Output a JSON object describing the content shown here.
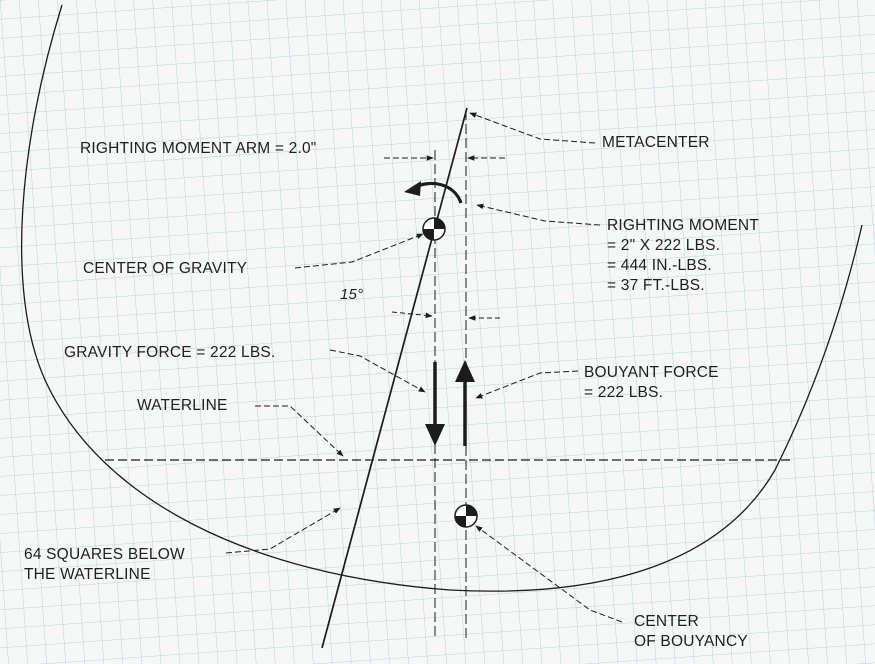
{
  "labels": {
    "righting_moment_arm": "RIGHTING MOMENT ARM = 2.0\"",
    "metacenter": "METACENTER",
    "righting_moment": [
      "RIGHTING MOMENT",
      "= 2\" X 222 LBS.",
      "= 444 IN.-LBS.",
      "= 37 FT.-LBS."
    ],
    "center_of_gravity": "CENTER OF GRAVITY",
    "angle": "15°",
    "gravity_force": "GRAVITY FORCE = 222 LBS.",
    "bouyant_force": [
      "BOUYANT FORCE",
      "= 222 LBS."
    ],
    "waterline": "WATERLINE",
    "squares_below": [
      "64 SQUARES BELOW",
      "THE WATERLINE"
    ],
    "center_of_bouyancy": [
      "CENTER",
      "OF BOUYANCY"
    ]
  },
  "colors": {
    "grid": "#b9d2df",
    "ink": "#1c1c1c",
    "paper": "#f4f7f5"
  }
}
